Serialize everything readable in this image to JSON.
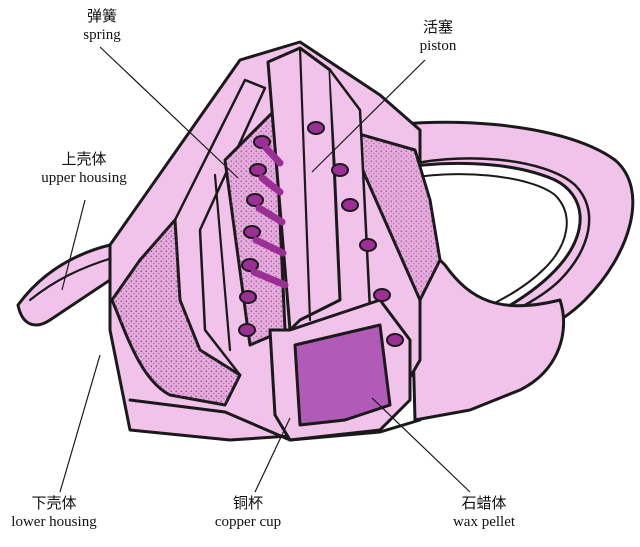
{
  "labels": {
    "spring": {
      "zh": "弹簧",
      "en": "spring"
    },
    "piston": {
      "zh": "活塞",
      "en": "piston"
    },
    "upper_housing": {
      "zh": "上壳体",
      "en": "upper housing"
    },
    "lower_housing": {
      "zh": "下壳体",
      "en": "lower housing"
    },
    "copper_cup": {
      "zh": "铜杯",
      "en": "copper cup"
    },
    "wax_pellet": {
      "zh": "石蜡体",
      "en": "wax pellet"
    }
  },
  "colors": {
    "body": "#f2c3ea",
    "body_shade": "#e8abdf",
    "spring": "#9b2f96",
    "wax": "#b25ab7",
    "outline": "#1a1a1a",
    "stipple": "#6b3a66"
  }
}
